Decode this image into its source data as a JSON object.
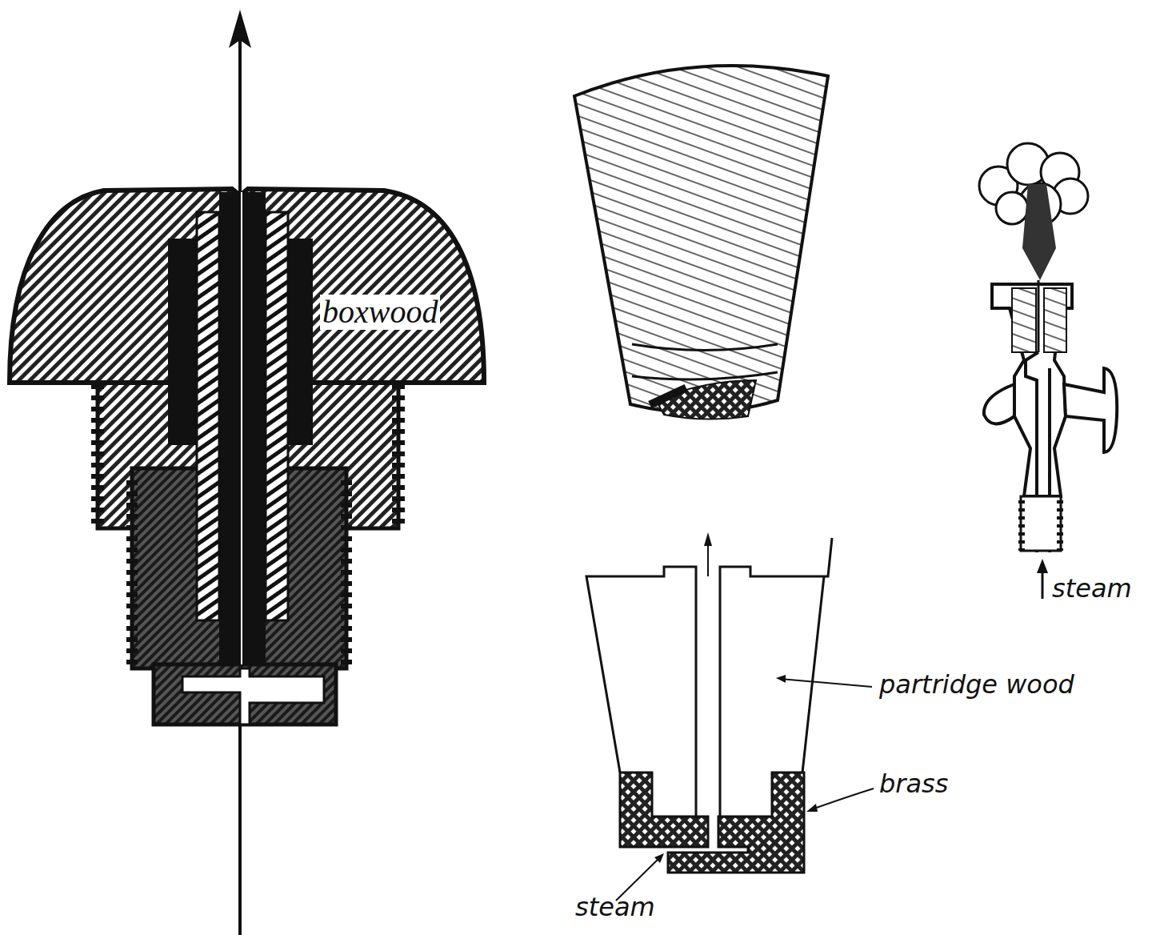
{
  "diagram": {
    "labels": [
      "boxwood",
      "steam",
      "partridge wood",
      "brass",
      "steam"
    ]
  }
}
